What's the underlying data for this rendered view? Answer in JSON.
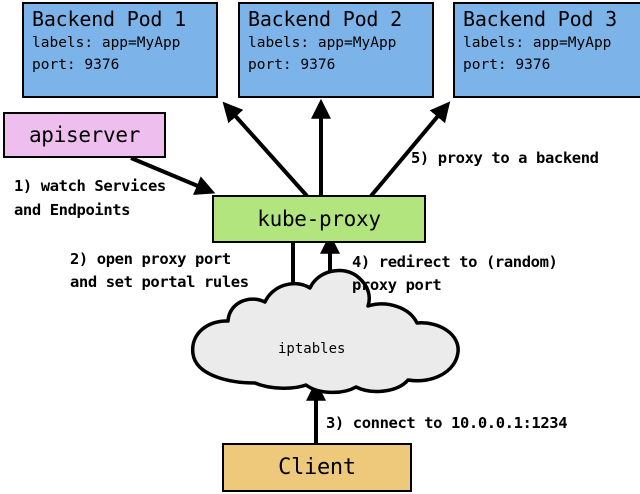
{
  "diagram": {
    "title": "kube-proxy service proxying flow",
    "colors": {
      "pod_fill": "#7cb3e8",
      "apiserver_fill": "#eebeee",
      "kubeproxy_fill": "#b3e57f",
      "client_fill": "#eec97c",
      "cloud_fill": "#ebebeb",
      "stroke": "#000000"
    }
  },
  "pods": [
    {
      "title": "Backend Pod 1",
      "labels_line": "labels: app=MyApp",
      "port_line": "port: 9376"
    },
    {
      "title": "Backend Pod 2",
      "labels_line": "labels: app=MyApp",
      "port_line": "port: 9376"
    },
    {
      "title": "Backend Pod 3",
      "labels_line": "labels: app=MyApp",
      "port_line": "port: 9376"
    }
  ],
  "nodes": {
    "apiserver": "apiserver",
    "kubeproxy": "kube-proxy",
    "iptables": "iptables",
    "client": "Client"
  },
  "steps": {
    "step1_line1": "1) watch Services",
    "step1_line2": "and Endpoints",
    "step2_line1": "2) open proxy port",
    "step2_line2": "and set portal rules",
    "step3": "3) connect to 10.0.0.1:1234",
    "step4_line1": "4) redirect to (random)",
    "step4_line2": "proxy port",
    "step5": "5) proxy to a backend"
  }
}
